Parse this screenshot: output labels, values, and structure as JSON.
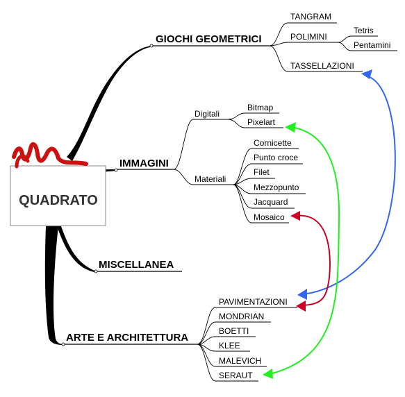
{
  "root": {
    "label": "QUADRATO"
  },
  "branches": {
    "giochi": {
      "label": "GIOCHI GEOMETRICI",
      "children": {
        "tangram": "TANGRAM",
        "polimini": "POLIMINI",
        "tetris": "Tetris",
        "pentamini": "Pentamini",
        "tassellazioni": "TASSELLAZIONI"
      }
    },
    "immagini": {
      "label": "IMMAGINI",
      "digitali": {
        "label": "Digitali",
        "items": [
          "Bitmap",
          "Pixelart"
        ]
      },
      "materiali": {
        "label": "Materiali",
        "items": [
          "Cornicette",
          "Punto croce",
          "Filet",
          "Mezzopunto",
          "Jacquard",
          "Mosaico"
        ]
      }
    },
    "miscellanea": {
      "label": "MISCELLANEA"
    },
    "arte": {
      "label": "ARTE E ARCHITETTURA",
      "items": [
        "PAVIMENTAZIONI",
        "MONDRIAN",
        "BOETTI",
        "KLEE",
        "MALEVICH",
        "SERAUT"
      ]
    }
  },
  "links": [
    {
      "name": "tassellazioni-pavimentazioni",
      "color": "#3366ee"
    },
    {
      "name": "pixelart-seraut",
      "color": "#22ee22"
    },
    {
      "name": "mosaico-pavimentazioni",
      "color": "#cc0022"
    }
  ]
}
